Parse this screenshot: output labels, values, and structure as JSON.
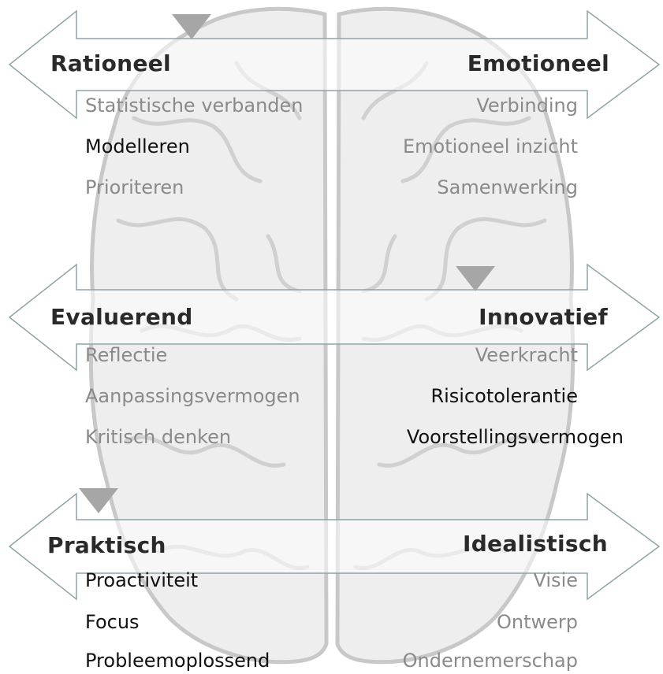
{
  "colors": {
    "heading": "#2a2a2a",
    "active_item": "#111111",
    "muted_item": "#8a8a8a",
    "arrow_outline": "#8fa3a6",
    "brain_fill": "#eeeeee",
    "brain_stroke": "#c8c8c8",
    "marker": "#a6a6a6"
  },
  "rows": [
    {
      "left": {
        "title": "Rationeel",
        "items": [
          {
            "text": "Statistische verbanden",
            "emphasis": false
          },
          {
            "text": "Modelleren",
            "emphasis": true
          },
          {
            "text": "Prioriteren",
            "emphasis": false
          }
        ]
      },
      "right": {
        "title": "Emotioneel",
        "items": [
          {
            "text": "Verbinding",
            "emphasis": false
          },
          {
            "text": "Emotioneel inzicht",
            "emphasis": false
          },
          {
            "text": "Samenwerking",
            "emphasis": false
          }
        ]
      }
    },
    {
      "left": {
        "title": "Evaluerend",
        "items": [
          {
            "text": "Reflectie",
            "emphasis": false
          },
          {
            "text": "Aanpassingsvermogen",
            "emphasis": false
          },
          {
            "text": "Kritisch denken",
            "emphasis": false
          }
        ]
      },
      "right": {
        "title": "Innovatief",
        "items": [
          {
            "text": "Veerkracht",
            "emphasis": false
          },
          {
            "text": "Risicotolerantie",
            "emphasis": true
          },
          {
            "text": "Voorstellingsvermogen",
            "emphasis": true
          }
        ]
      }
    },
    {
      "left": {
        "title": "Praktisch",
        "items": [
          {
            "text": "Proactiviteit",
            "emphasis": true
          },
          {
            "text": "Focus",
            "emphasis": true
          },
          {
            "text": "Probleemoplossend",
            "emphasis": true
          }
        ]
      },
      "right": {
        "title": "Idealistisch",
        "items": [
          {
            "text": "Visie",
            "emphasis": false
          },
          {
            "text": "Ontwerp",
            "emphasis": false
          },
          {
            "text": "Ondernemerschap",
            "emphasis": false
          }
        ]
      }
    }
  ]
}
